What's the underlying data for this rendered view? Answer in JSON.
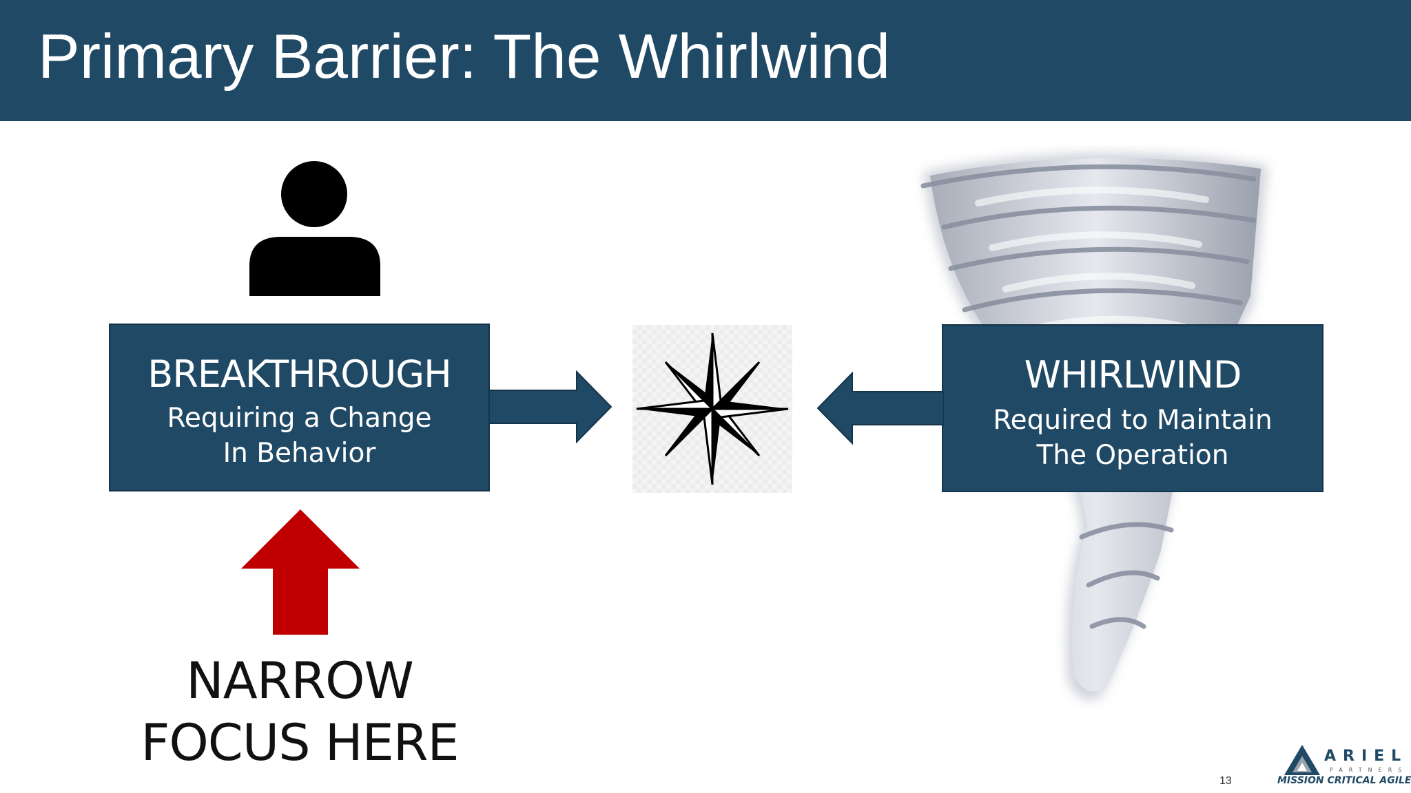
{
  "slide": {
    "title": "Primary Barrier: The Whirlwind",
    "page_number": "13"
  },
  "left_box": {
    "title": "BREAKTHROUGH",
    "line1": "Requiring a Change",
    "line2": "In Behavior"
  },
  "right_box": {
    "title": "WHIRLWIND",
    "line1": "Required to Maintain",
    "line2": "The Operation"
  },
  "focus": {
    "line1": "NARROW",
    "line2": "FOCUS HERE"
  },
  "logo": {
    "name": "ARIEL",
    "sub": "PARTNERS",
    "tagline": "MISSION CRITICAL AGILE"
  },
  "icons": [
    "person-icon",
    "right-arrow-icon",
    "compass-rose-icon",
    "left-arrow-icon",
    "tornado-icon",
    "up-arrow-icon",
    "logo-triangle-icon"
  ],
  "colors": {
    "header": "#1f4964",
    "box": "#1f4964",
    "up_arrow": "#c00000",
    "text_dark": "#111111"
  }
}
